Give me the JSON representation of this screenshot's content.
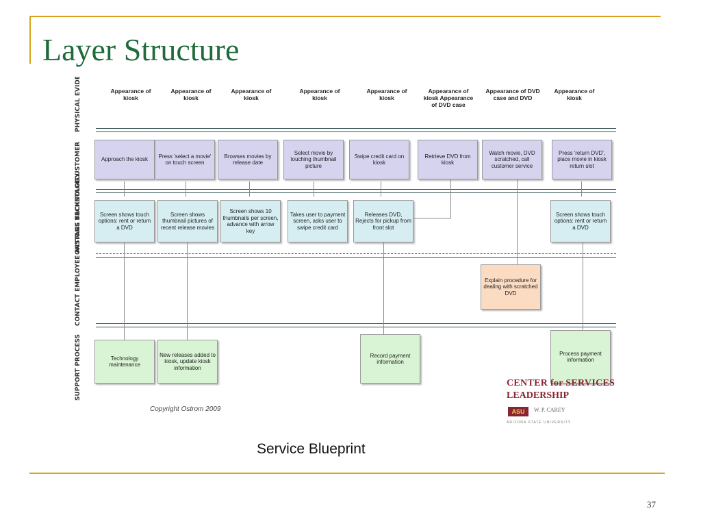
{
  "title": "Layer Structure",
  "caption": "Service Blueprint",
  "page_number": "37",
  "colors": {
    "accent_rule": "#d9a21b",
    "title": "#1f6b3a",
    "customer_box": "#d6d3ef",
    "onstage_box": "#d6eef2",
    "backstage_box": "#fbdcc2",
    "support_box": "#d9f4d4"
  },
  "blueprint": {
    "lanes": [
      "PHYSICAL EVIDENCE",
      "CUSTOMER",
      "ONSTAGE TECHNOLOGY",
      "CONTACT EMPLOYEE ACTIONS BACKSTAGE",
      "SUPPORT PROCESS"
    ],
    "evidence": [
      "Appearance of kiosk",
      "Appearance of kiosk",
      "Appearance of kiosk",
      "Appearance of kiosk",
      "Appearance of kiosk",
      "Appearance of kiosk Appearance of DVD case",
      "Appearance of DVD case and DVD",
      "Appearance of kiosk"
    ],
    "customer_actions": [
      "Approach the kiosk",
      "Press 'select a movie' on touch screen",
      "Browses movies by release date",
      "Select movie by touching thumbnail picture",
      "Swipe credit card on kiosk",
      "Retrieve DVD from kiosk",
      "Watch movie, DVD scratched, call customer service",
      "Press 'return DVD', place movie in kiosk return slot"
    ],
    "onstage": [
      "Screen shows touch options: rent or return a DVD",
      "Screen shows thumbnail pictures of recent release movies",
      "Screen shows 10 thumbnails per screen, advance with arrow key",
      "Takes user to payment screen, asks user to swipe credit card",
      "Releases DVD, Rejects for pickup from front slot",
      "Screen shows touch options: rent or return a DVD"
    ],
    "backstage": [
      "Explain procedure for dealing with scratched DVD"
    ],
    "support": [
      "Technology maintenance",
      "New releases added to kiosk, update kiosk information",
      "Record payment information",
      "Process payment information"
    ],
    "copyright": "Copyright Ostrom 2009"
  },
  "logo": {
    "line1": "CENTER for SERVICES",
    "line2": "LEADERSHIP",
    "mark": "ASU",
    "school": "W. P. CAREY",
    "university": "ARIZONA STATE UNIVERSITY"
  }
}
